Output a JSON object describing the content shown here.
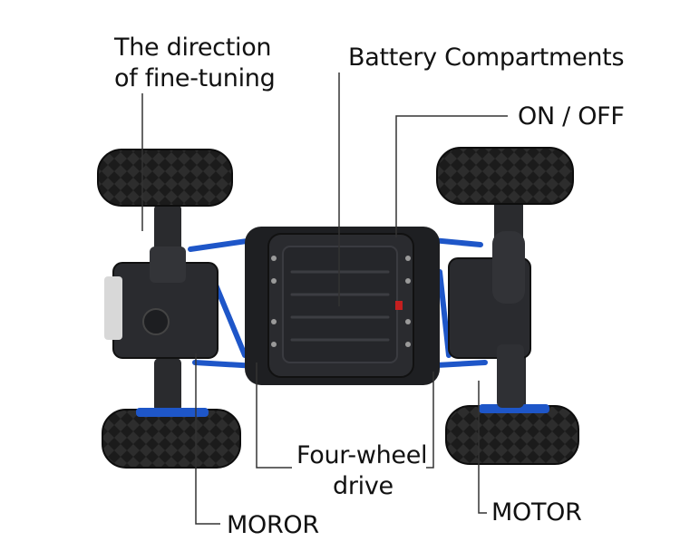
{
  "image": {
    "subject": "rc-rock-crawler-underside",
    "colors": {
      "background": "#ffffff",
      "text": "#111111",
      "leader_line": "#333333",
      "tire": "#1b1b1b",
      "chassis": "#232427",
      "accent_blue": "#1e56c8"
    }
  },
  "labels": {
    "fine_tuning_line1": "The direction",
    "fine_tuning_line2": "of fine-tuning",
    "battery": "Battery Compartments",
    "on_off": "ON / OFF",
    "four_wheel_line1": "Four-wheel",
    "four_wheel_line2": "drive",
    "motor_left": "MOROR",
    "motor_right": "MOTOR"
  }
}
